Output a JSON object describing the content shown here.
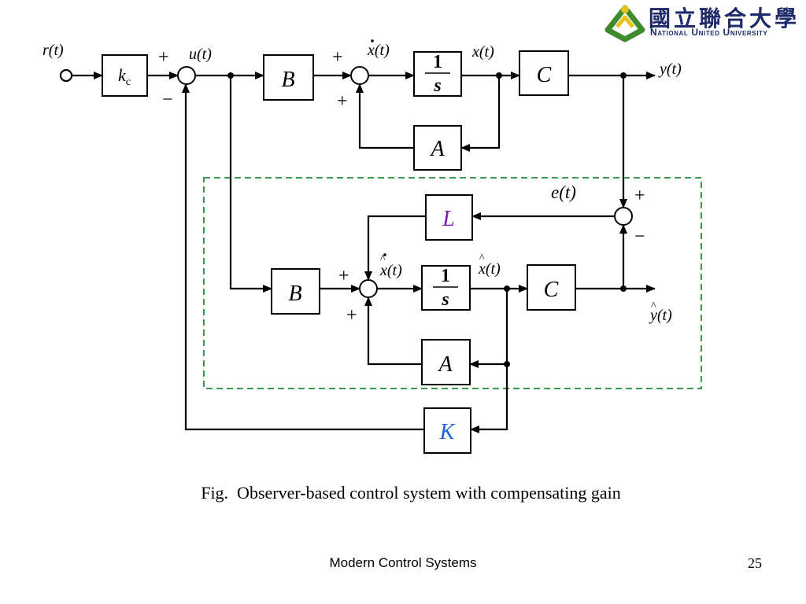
{
  "slide": {
    "caption": "Fig.  Observer-based control system with compensating gain",
    "footer": "Modern Control Systems",
    "page_number": "25"
  },
  "logo": {
    "chinese_name": "國立聯合大學",
    "english_name": "National United University",
    "colors": {
      "mark_green": "#3d8a2f",
      "mark_yellow": "#e8c21a",
      "text_navy": "#1e2a6a"
    }
  },
  "diagram": {
    "blocks": {
      "kc": {
        "letter": "k",
        "subscript": "c"
      },
      "plant_B": "B",
      "integrator_num": "1",
      "integrator_den": "s",
      "plant_C": "C",
      "plant_A": "A",
      "observer_L": "L",
      "observer_B": "B",
      "observer_integrator_num": "1",
      "observer_integrator_den": "s",
      "observer_C": "C",
      "observer_A": "A",
      "feedback_K": "K"
    },
    "signals": {
      "reference": "r(t)",
      "input": "u(t)",
      "state_derivative": "x(t)",
      "state": "x(t)",
      "output": "y(t)",
      "error": "e(t)",
      "estimate_derivative": "x(t)",
      "estimate": "x(t)",
      "estimated_output": "y(t)"
    },
    "signs": {
      "sj1_top": "+",
      "sj1_bottom": "−",
      "sj2_top": "+",
      "sj2_bottom": "+",
      "sj3_top": "+",
      "sj3_bottom": "−",
      "sj4_top": "+",
      "sj4_bottom": "+"
    },
    "colors": {
      "observer_box": "#3a9a4a",
      "L_label": "#7b1fa2",
      "K_label": "#1f5fe0"
    }
  }
}
